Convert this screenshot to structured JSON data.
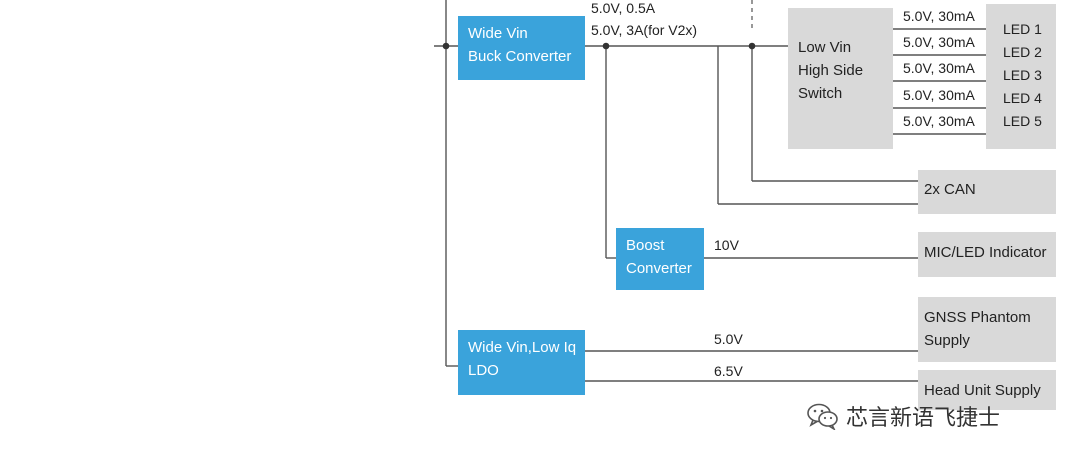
{
  "blocks": {
    "buck": "Wide Vin\nBuck Converter",
    "boost": "Boost\nConverter",
    "ldo": "Wide Vin,Low Iq\nLDO",
    "switch": "Low Vin\nHigh Side\nSwitch",
    "can": "2x CAN",
    "mic": "MIC/LED Indicator",
    "gnss": "GNSS Phantom\nSupply",
    "head": "Head Unit Supply"
  },
  "labels": {
    "buck_out_1": "5.0V, 0.5A",
    "buck_out_2": "5.0V, 3A(for V2x)",
    "boost_out": "10V",
    "ldo_out_1": "5.0V",
    "ldo_out_2": "6.5V"
  },
  "led_rows": [
    {
      "supply": "5.0V, 30mA",
      "name": "LED 1"
    },
    {
      "supply": "5.0V, 30mA",
      "name": "LED 2"
    },
    {
      "supply": "5.0V, 30mA",
      "name": "LED 3"
    },
    {
      "supply": "5.0V, 30mA",
      "name": "LED 4"
    },
    {
      "supply": "5.0V, 30mA",
      "name": "LED 5"
    }
  ],
  "watermark": {
    "text": "芯言新语飞捷士",
    "icon": "wechat-icon"
  },
  "colors": {
    "converter": "#3aa3db",
    "load": "#d9d9d9",
    "wire": "#555555"
  }
}
